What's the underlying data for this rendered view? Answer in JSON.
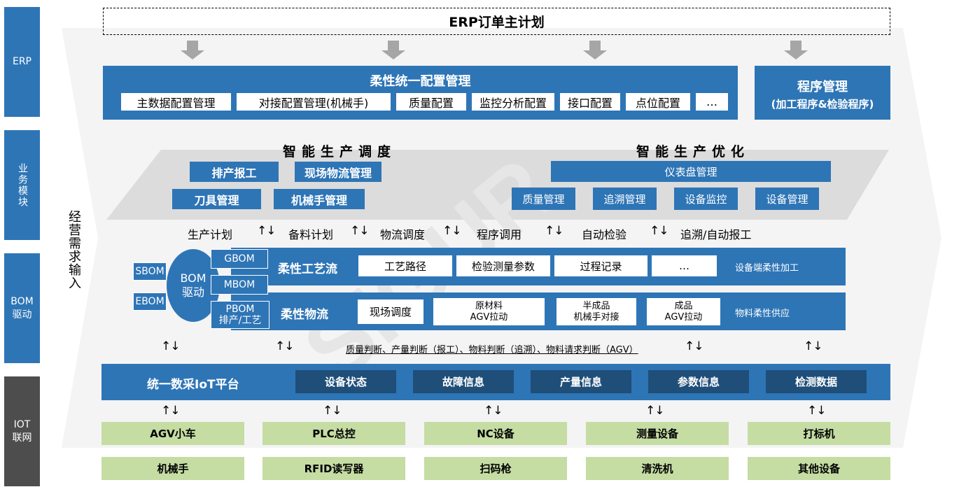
{
  "side_labels": {
    "erp": "ERP",
    "business": "业务模块",
    "bom": "BOM\n驱动",
    "iot": "IOT\n联网"
  },
  "left_label": "经营需求输入",
  "erp_plan": "ERP订单主计划",
  "config": {
    "title": "柔性统一配置管理",
    "items": [
      "主数据配置管理",
      "对接配置管理(机械手)",
      "质量配置",
      "监控分析配置",
      "接口配置",
      "点位配置",
      "…"
    ]
  },
  "program": {
    "line1": "程序管理",
    "line2": "(加工程序&检验程序)"
  },
  "scheduling": {
    "title": "智能生产调度",
    "items": [
      "排产报工",
      "现场物流管理",
      "刀具管理",
      "机械手管理"
    ]
  },
  "optimization": {
    "title": "智能生产优化",
    "dashboard": "仪表盘管理",
    "items": [
      "质量管理",
      "追溯管理",
      "设备监控",
      "设备管理"
    ]
  },
  "flow_labels": [
    "生产计划",
    "备料计划",
    "物流调度",
    "程序调用",
    "自动检验",
    "追溯/自动报工"
  ],
  "bom": {
    "center": "BOM\n驱动",
    "sbom": "SBOM",
    "ebom": "EBOM",
    "gbom": "GBOM",
    "mbom": "MBOM",
    "pbom": "PBOM\n排产/工艺",
    "process": {
      "title": "柔性工艺流",
      "items": [
        "工艺路径",
        "检验测量参数",
        "过程记录",
        "…"
      ],
      "note": "设备端柔性加工"
    },
    "logistics": {
      "title": "柔性物流",
      "items": [
        "现场调度",
        "原材料\nAGV拉动",
        "半成品\n机械手对接",
        "成品\nAGV拉动"
      ],
      "note": "物料柔性供应"
    }
  },
  "judgement": "质量判断、产量判断（报工）、物料判断（追溯）、物料请求判断（AGV）",
  "iot_platform": {
    "title": "统一数采IoT平台",
    "items": [
      "设备状态",
      "故障信息",
      "产量信息",
      "参数信息",
      "检测数据"
    ]
  },
  "devices_row1": [
    "AGV小车",
    "PLC总控",
    "NC设备",
    "测量设备",
    "打标机"
  ],
  "devices_row2": [
    "机械手",
    "RFID读写器",
    "扫码枪",
    "清洗机",
    "其他设备"
  ],
  "watermark": "SIGUR",
  "colors": {
    "primary": "#2e75b6",
    "dark": "#1f4e79",
    "device": "#c5dca3",
    "iot_side": "#4d4d4d",
    "band": "#d9d9d9"
  }
}
